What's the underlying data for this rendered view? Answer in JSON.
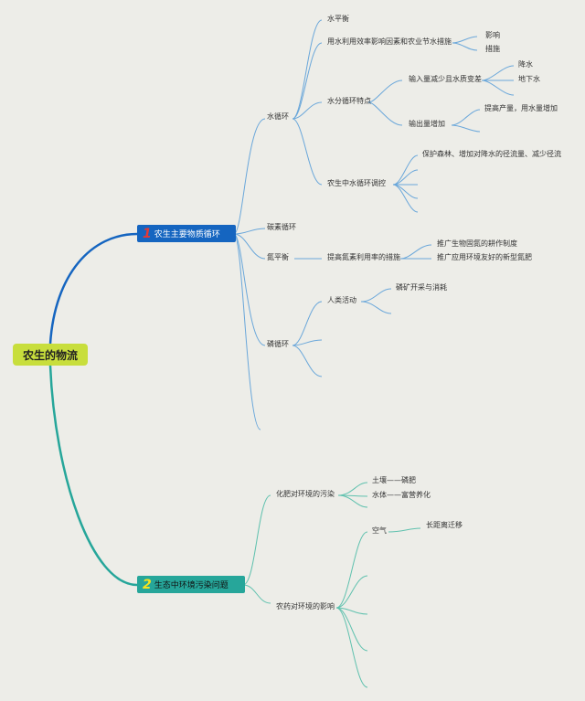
{
  "root": "农生的物流",
  "branch1": {
    "num": "1",
    "label": "农生主要物质循环"
  },
  "branch2": {
    "num": "2",
    "label": "生态中环境污染问题"
  },
  "b1": {
    "water": "水循环",
    "water_balance": "水平衡",
    "water_eff": "用水利用效率影响因素和农业节水措施",
    "water_eff_impact": "影响",
    "water_eff_measure": "措施",
    "water_feature": "水分循环特点",
    "input_decrease": "输入量减少且水质变差",
    "rain": "降水",
    "groundwater": "地下水",
    "output_increase": "输出量增加",
    "yield_up": "提高产量，用水量增加",
    "regulate": "农生中水循环调控",
    "protect_forest": "保护森林、增加对降水的径流量、减少径流",
    "carbon": "碳素循环",
    "nitrogen": "氮平衡",
    "n_measures": "提高氮素利用率的措施",
    "n_measure1": "推广生物固氮的耕作制度",
    "n_measure2": "推广应用环境友好的新型氮肥",
    "phosphorus": "磷循环",
    "human": "人类活动",
    "mining": "磷矿开采与消耗"
  },
  "b2": {
    "fert": "化肥对环境的污染",
    "soil": "土壤——磷肥",
    "waterbody": "水体——富营养化",
    "pest": "农药对环境的影响",
    "air": "空气",
    "longdist": "长距离迁移"
  },
  "colors": {
    "branch1": "#1565c0",
    "branch2": "#26a69a",
    "root": "#c8de3c",
    "line1": "#6aa7da",
    "line2": "#5fc1ae"
  }
}
